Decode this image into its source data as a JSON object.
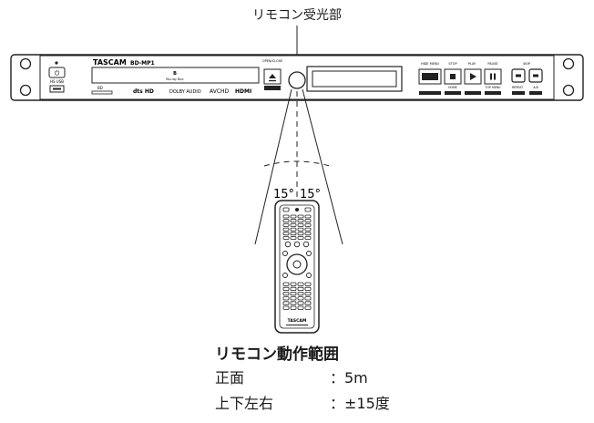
{
  "top_label": "リモコン受光部",
  "device": {
    "brand": "TASCAM",
    "model": "BD-MP1",
    "disc_logo": "Blu-ray Disc",
    "logos": [
      "BD",
      "dts HD",
      "DOLBY AUDIO",
      "AVCHD",
      "HDMI"
    ],
    "buttons": {
      "power": "⏻",
      "usb": "HS USB",
      "open_close": "OPEN/CLOSE",
      "hide_menu": "HIDE MENU",
      "stop": "STOP",
      "play": "PLAY",
      "pause": "PAUSE",
      "skip": "SKIP",
      "home": "HOME",
      "top_menu": "TOP MENU",
      "repeat": "REPEAT",
      "ab": "A-B"
    }
  },
  "angles": {
    "left": "15°",
    "right": "15°"
  },
  "remote_brand": "TASCAM",
  "spec": {
    "title": "リモコン動作範囲",
    "rows": [
      {
        "label": "正面",
        "value": "：5m"
      },
      {
        "label": "上下左右",
        "value": "：±15度"
      }
    ]
  }
}
